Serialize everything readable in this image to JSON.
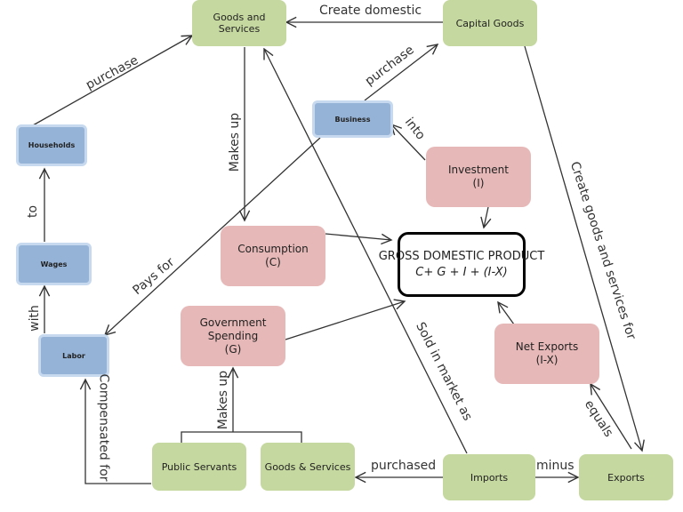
{
  "nodes": {
    "goods_services_top": "Goods and Services",
    "capital_goods": "Capital Goods",
    "households": "Households",
    "business": "Business",
    "wages": "Wages",
    "labor": "Labor",
    "investment": {
      "label": "Investment",
      "symbol": "(I)"
    },
    "consumption": {
      "label": "Consumption",
      "symbol": "(C)"
    },
    "gdp": {
      "title": "GROSS DOMESTIC PRODUCT",
      "formula": "C+ G + I + (I-X)"
    },
    "government_spending": {
      "label": "Government Spending",
      "symbol": "(G)"
    },
    "net_exports": {
      "label": "Net Exports",
      "symbol": "(I-X)"
    },
    "public_servants": "Public Servants",
    "goods_services_bottom": "Goods & Services",
    "imports": "Imports",
    "exports": "Exports"
  },
  "edge_labels": {
    "create_domestic": "Create domestic",
    "purchase_households": "purchase",
    "purchase_business": "purchase",
    "makes_up_top": "Makes up",
    "into": "into",
    "create_goods_services_for": "Create goods and services for",
    "to": "to",
    "pays_for": "Pays for",
    "with": "with",
    "sold_in_market_as": "Sold in market as",
    "compensated_for": "Compensated for",
    "makes_up_bottom": "Makes up",
    "equals": "equals",
    "purchased": "purchased",
    "minus": "minus"
  },
  "colors": {
    "green_node": "#c5d89f",
    "blue_node": "#95b3d7",
    "pink_node": "#e6b8b7",
    "gdp_border": "#000000",
    "connector": "#333333"
  }
}
